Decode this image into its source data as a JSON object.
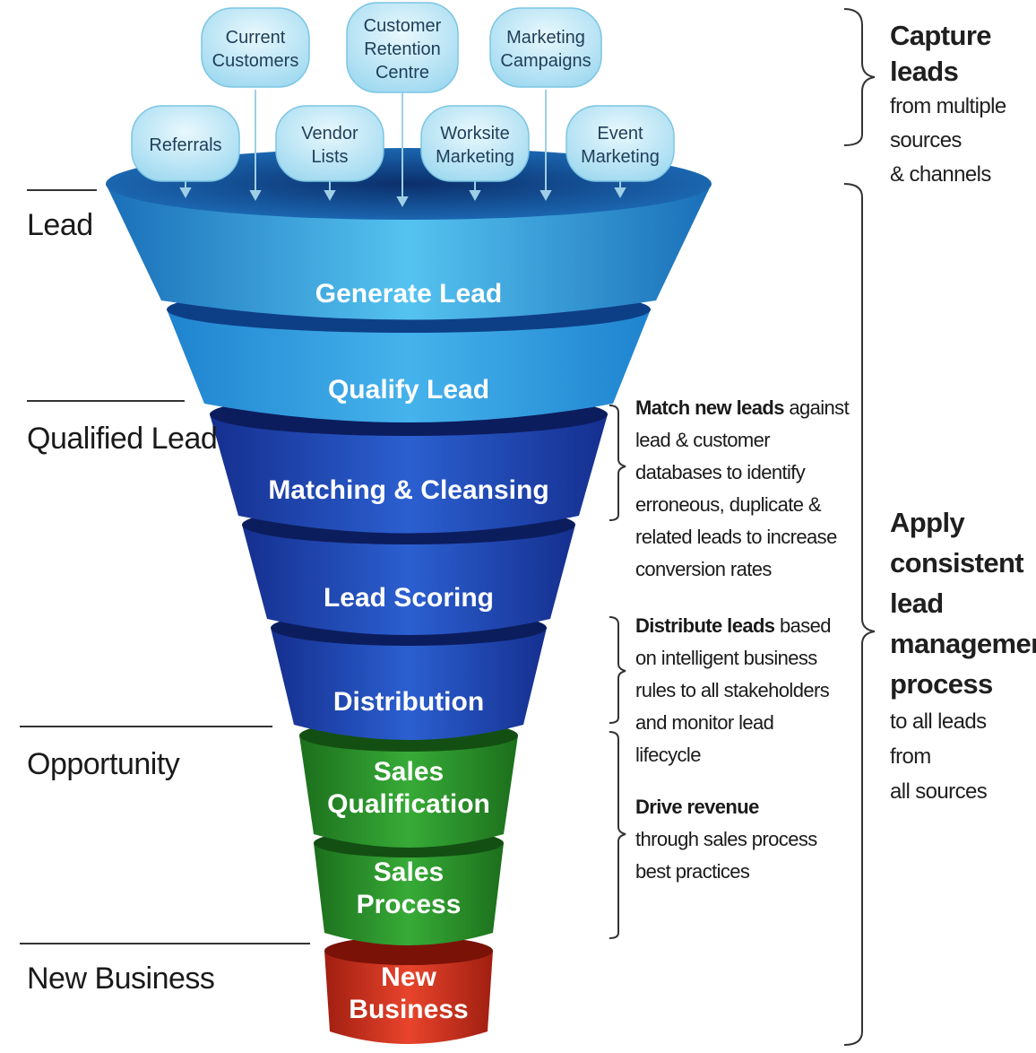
{
  "colors": {
    "light_blue_top": "#4fb8ea",
    "light_blue_band": "#3aa6e3",
    "dark_blue": "#1d3fae",
    "mid_blue": "#2355c7",
    "green": "#2c9a2c",
    "red": "#d6321e",
    "bubble": "#c9ecf8"
  },
  "sources": [
    {
      "label": "Current\nCustomers"
    },
    {
      "label": "Customer\nRetention\nCentre"
    },
    {
      "label": "Marketing\nCampaigns"
    },
    {
      "label": "Referrals"
    },
    {
      "label": "Vendor\nLists"
    },
    {
      "label": "Worksite\nMarketing"
    },
    {
      "label": "Event\nMarketing"
    }
  ],
  "stages": [
    {
      "label": "Generate Lead"
    },
    {
      "label": "Qualify Lead"
    },
    {
      "label": "Matching & Cleansing"
    },
    {
      "label": "Lead Scoring"
    },
    {
      "label": "Distribution"
    },
    {
      "label": "Sales\nQualification"
    },
    {
      "label": "Sales\nProcess"
    },
    {
      "label": "New\nBusiness"
    }
  ],
  "left_labels": {
    "lead": "Lead",
    "qualified_lead": "Qualified Lead",
    "opportunity": "Opportunity",
    "new_business": "New Business"
  },
  "annotations": {
    "match": {
      "bold": "Match new leads",
      "rest": " against lead & customer databases to identify erroneous, duplicate & related leads to increase conversion rates"
    },
    "distribute": {
      "bold": "Distribute leads",
      "rest": " based on intelligent business rules to all stakeholders and monitor lead lifecycle"
    },
    "drive": {
      "bold": "Drive revenue",
      "rest": "through sales process best practices"
    }
  },
  "capture": {
    "bold": "Capture leads",
    "rest": "from multiple\nsources\n& channels"
  },
  "apply": {
    "bold": "Apply\nconsistent\nlead\nmanagement\nprocess",
    "rest": "to all leads\nfrom\nall sources"
  }
}
